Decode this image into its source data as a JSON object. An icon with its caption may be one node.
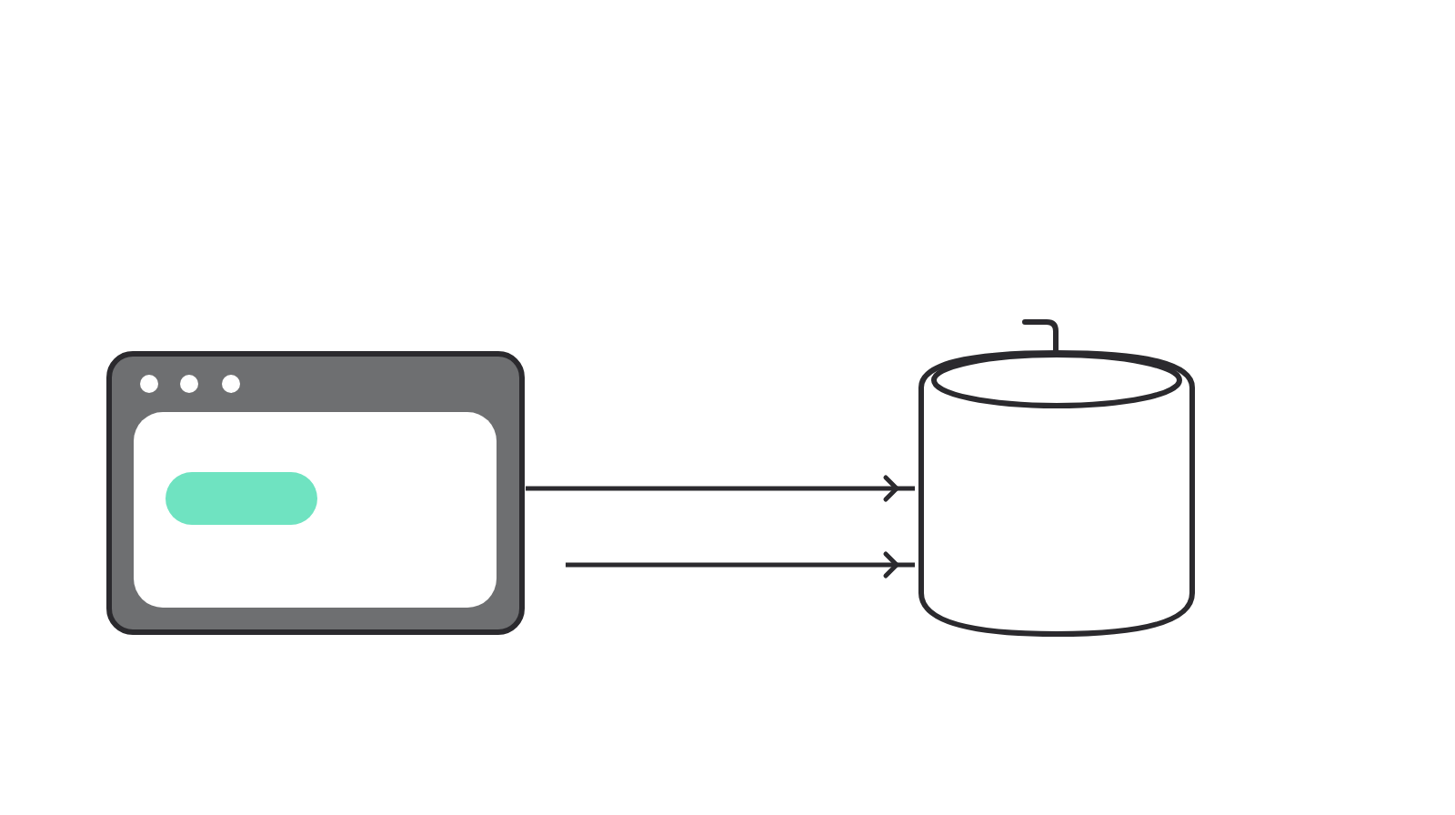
{
  "diagram": {
    "nodes": [
      {
        "text": [],
        "shape": "picture"
      },
      {
        "text": [],
        "shape": "cylinder"
      }
    ],
    "edges": [
      {
        "from": 0,
        "to": 1,
        "arrow": "to"
      },
      {
        "from": null,
        "to": 1,
        "arrow": "to"
      }
    ]
  }
}
